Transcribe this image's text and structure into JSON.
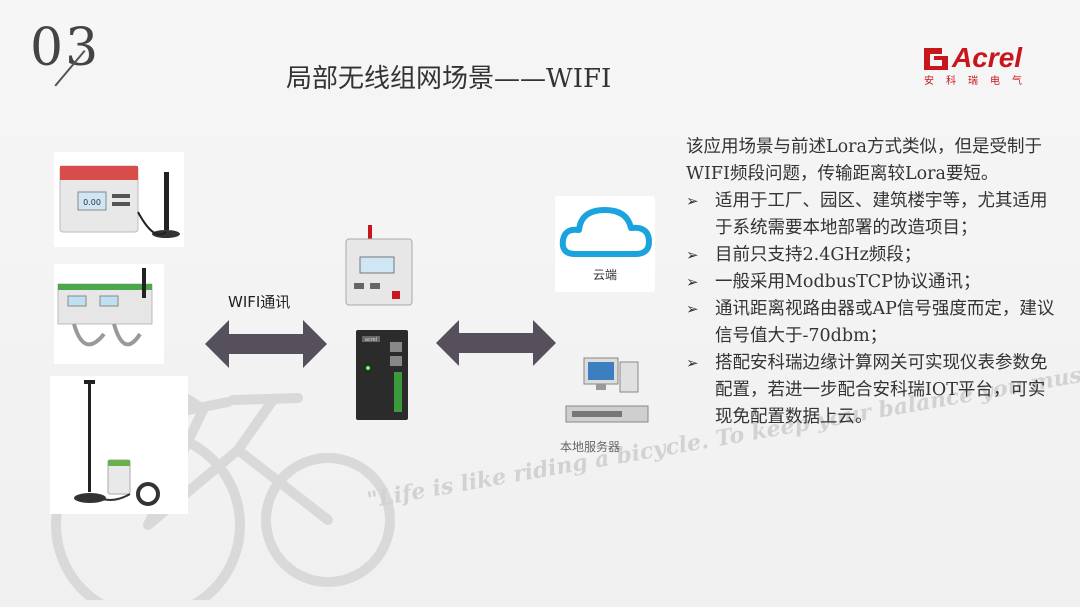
{
  "slide": {
    "number": "03",
    "title": "局部无线组网场景——WIFI"
  },
  "logo": {
    "name": "Acrel",
    "subtitle": "安科瑞电气"
  },
  "diagram": {
    "wifi_label": "WIFI通讯",
    "cloud_label": "云端",
    "server_label": "本地服务器",
    "device_screen_text": "0.00",
    "gateway_brand": "acrel"
  },
  "background": {
    "slogan": "\"Life is like riding a bicycle. To keep your balance you must keep moving.\""
  },
  "description": {
    "intro": "该应用场景与前述Lora方式类似，但是受制于WIFI频段问题，传输距离较Lora要短。",
    "bullet_marker": "➢",
    "bullets": [
      "适用于工厂、园区、建筑楼宇等，尤其适用于系统需要本地部署的改造项目；",
      "目前只支持2.4GHz频段；",
      "一般采用ModbusTCP协议通讯；",
      "通讯距离视路由器或AP信号强度而定，建议信号值大于-70dbm；",
      "搭配安科瑞边缘计算网关可实现仪表参数免配置，若进一步配合安科瑞IOT平台，可实现免配置数据上云。"
    ]
  },
  "colors": {
    "brand_red": "#c8161d",
    "arrow": "#55505c",
    "cloud_blue": "#1aa3dc"
  }
}
